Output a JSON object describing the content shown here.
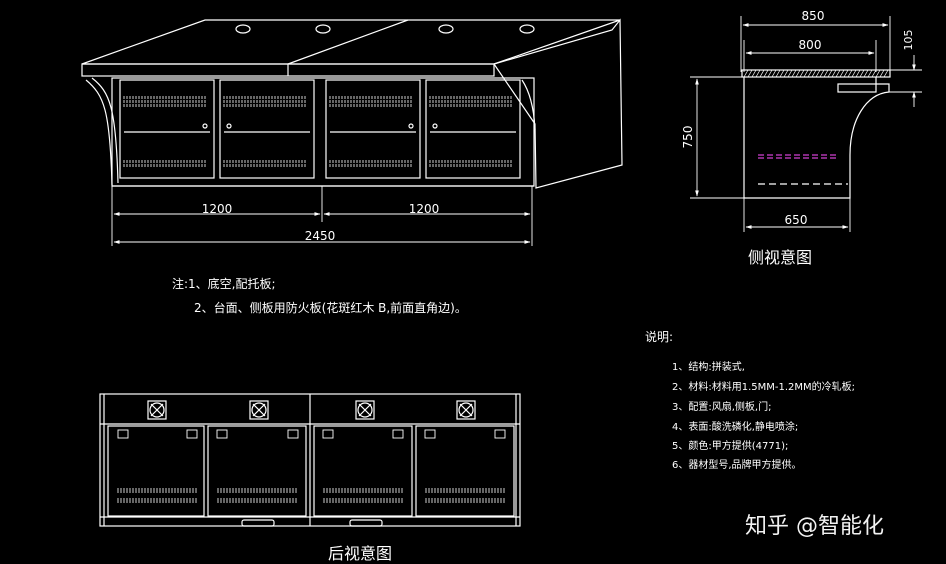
{
  "front_view": {
    "dims": {
      "left_width": "1200",
      "right_width": "1200",
      "total_width": "2450"
    }
  },
  "side_view": {
    "title": "侧视意图",
    "dims": {
      "top_width": "850",
      "inner_width": "800",
      "top_height": "105",
      "height": "750",
      "base_width": "650"
    }
  },
  "rear_view": {
    "title": "后视意图"
  },
  "notes_main": {
    "line1": "注:1、底空,配托板;",
    "line2": "2、台面、侧板用防火板(花斑红木 B,前面直角边)。"
  },
  "notes_spec": {
    "heading": "说明:",
    "items": [
      "1、结构:拼装式,",
      "2、材料:材料用1.5MM-1.2MM的冷轧板;",
      "3、配置:风扇,侧板,门;",
      "4、表面:酸洗磷化,静电喷涂;",
      "5、颜色:甲方提供(4771);",
      "6、器材型号,品牌甲方提供。"
    ]
  },
  "watermark": "知乎 @智能化",
  "colors": {
    "line": "#ffffff",
    "accent": "#d040d0",
    "background": "#000000"
  }
}
